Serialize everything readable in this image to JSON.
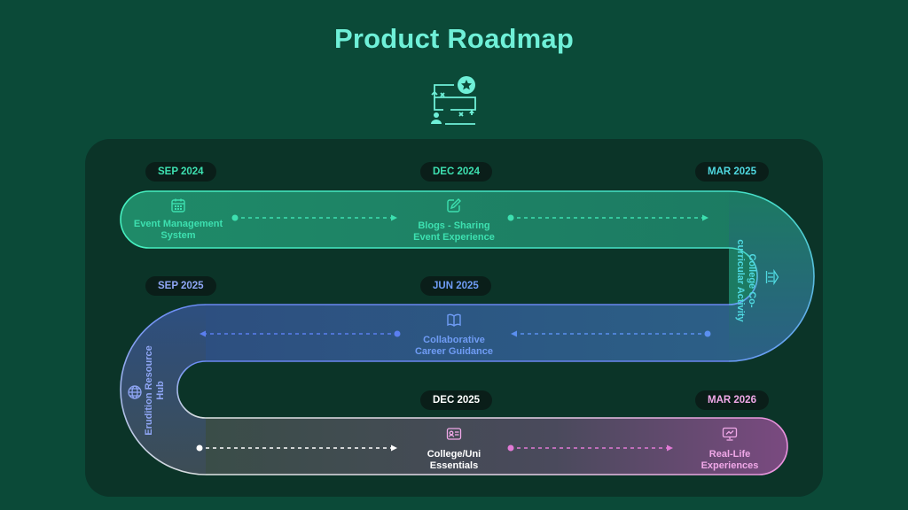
{
  "title": "Product Roadmap",
  "dates": {
    "sep_2024": "SEP 2024",
    "dec_2024": "DEC 2024",
    "mar_2025": "MAR 2025",
    "sep_2025": "SEP 2025",
    "jun_2025": "JUN 2025",
    "dec_2025": "DEC 2025",
    "mar_2026": "MAR 2026"
  },
  "milestones": {
    "event_management": {
      "line1": "Event Management",
      "line2": "System",
      "icon": "calendar-icon"
    },
    "blogs": {
      "line1": "Blogs - Sharing",
      "line2": "Event Experience",
      "icon": "pencil-square-icon"
    },
    "cocurricular": {
      "line1": "College Co-",
      "line2": "curricular Activity",
      "icon": "building-icon"
    },
    "career_guidance": {
      "line1": "Collaborative",
      "line2": "Career Guidance",
      "icon": "open-book-icon"
    },
    "erudition": {
      "line1": "Erudition Resource",
      "line2": "Hub",
      "icon": "globe-icon"
    },
    "college_essentials": {
      "line1": "College/Uni",
      "line2": "Essentials",
      "icon": "id-card-icon"
    },
    "real_life": {
      "line1": "Real-Life",
      "line2": "Experiences",
      "icon": "presentation-icon"
    }
  },
  "colors": {
    "background": "#0b4a38",
    "panel": "#0b3428",
    "title": "#6ff0d8",
    "green": "#3de0b0",
    "blue": "#5b7ff0",
    "pink": "#e27ad6",
    "white": "#ffffff"
  }
}
